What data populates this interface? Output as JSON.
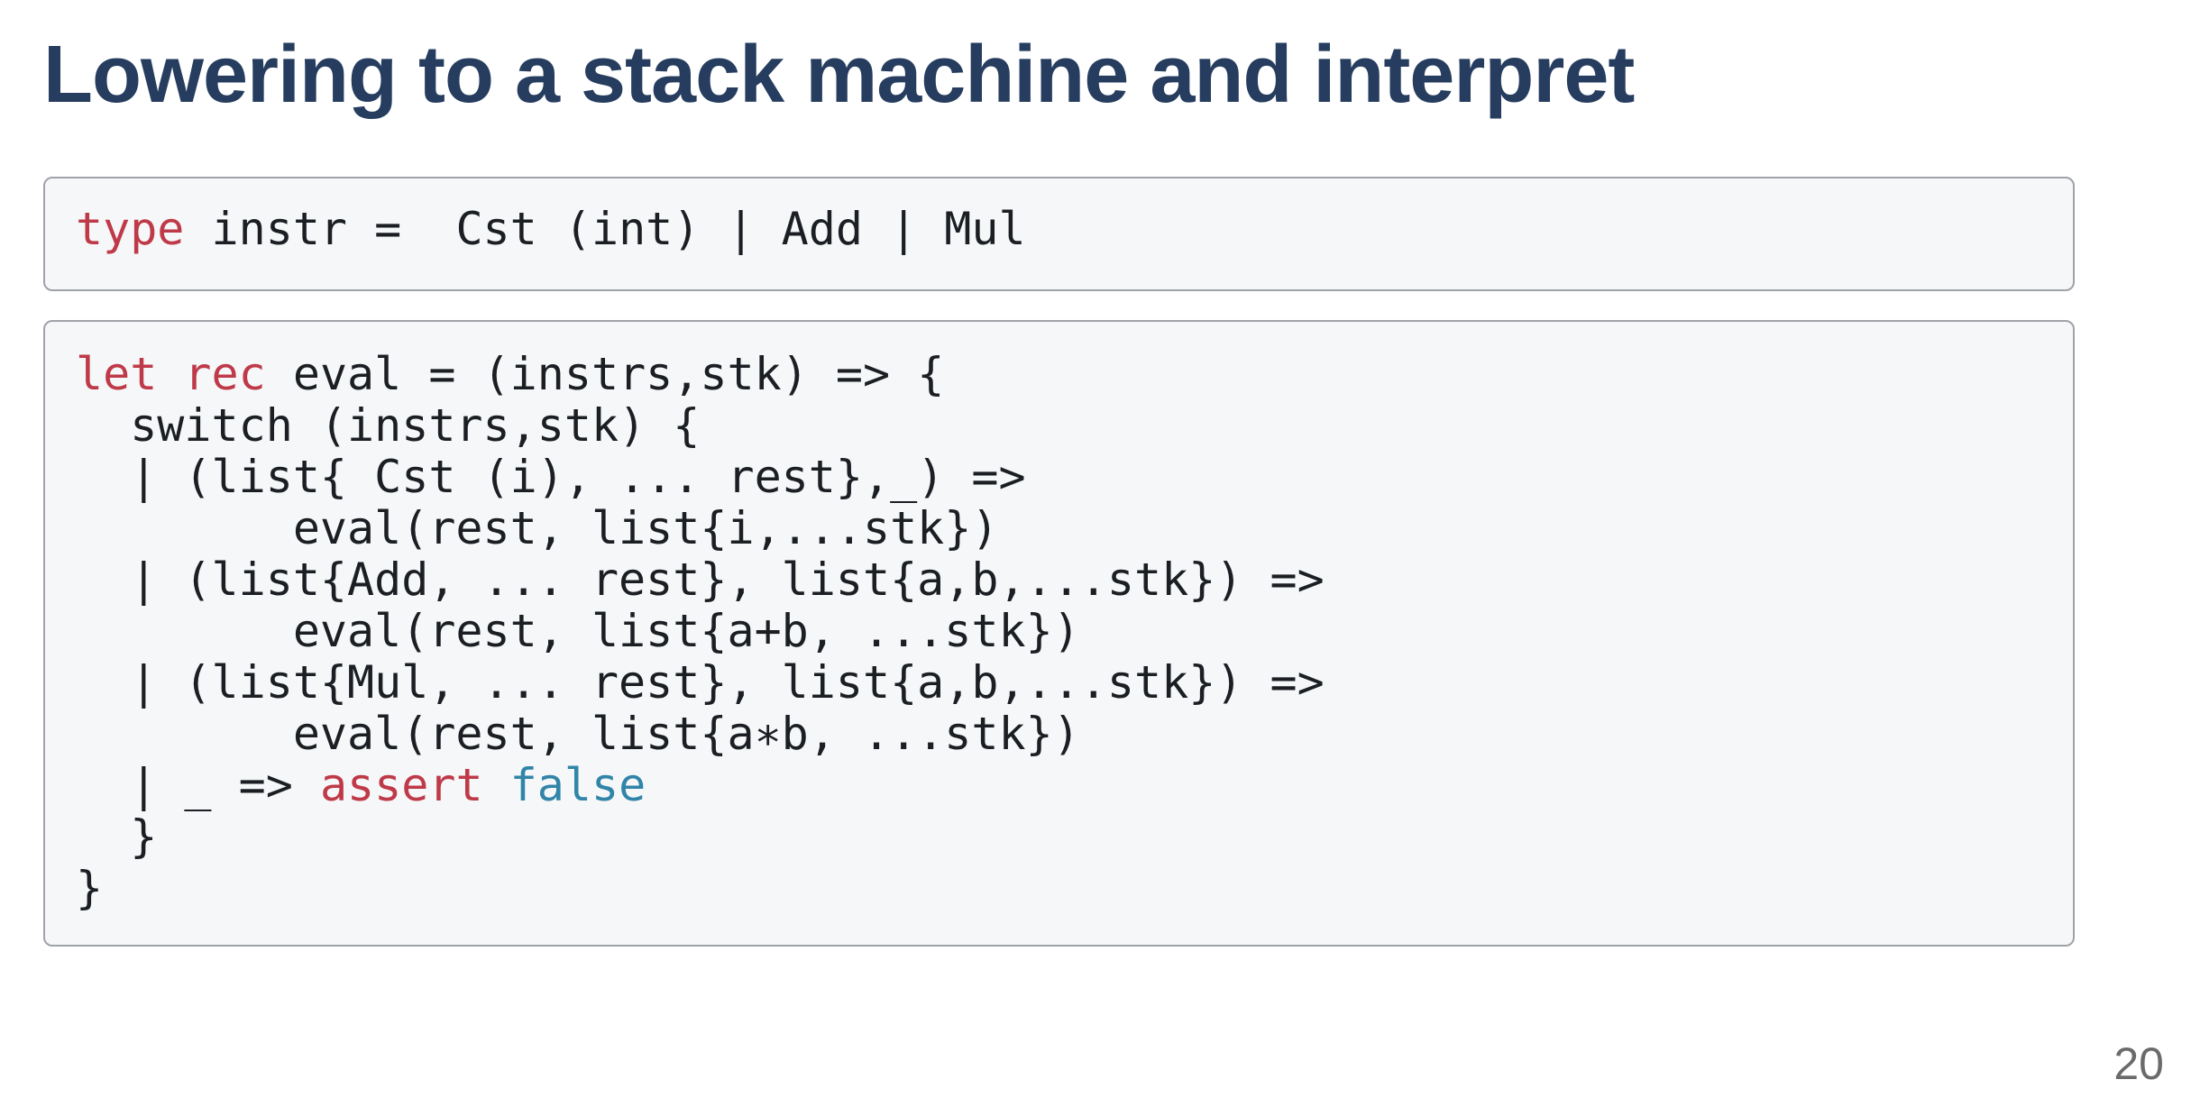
{
  "slide": {
    "title": "Lowering to a stack machine and interpret",
    "page_number": "20"
  },
  "colors": {
    "title": "#263d5f",
    "keyword": "#bf3a48",
    "constant": "#3185a8",
    "code_text": "#1b1f23",
    "code_background": "#f6f7f9",
    "code_border": "#9fa2a8"
  },
  "code_blocks": [
    {
      "lines": [
        [
          {
            "t": "type",
            "k": "kw"
          },
          {
            "t": " instr =  Cst (int) | Add | Mul",
            "k": "plain"
          }
        ]
      ]
    },
    {
      "lines": [
        [
          {
            "t": "let",
            "k": "kw"
          },
          {
            "t": " ",
            "k": "plain"
          },
          {
            "t": "rec",
            "k": "kw"
          },
          {
            "t": " eval = (instrs,stk) => {",
            "k": "plain"
          }
        ],
        [
          {
            "t": "  switch (instrs,stk) {",
            "k": "plain"
          }
        ],
        [
          {
            "t": "  | (list{ Cst (i), ... rest},_) =>",
            "k": "plain"
          }
        ],
        [
          {
            "t": "        eval(rest, list{i,...stk})",
            "k": "plain"
          }
        ],
        [
          {
            "t": "  | (list{Add, ... rest}, list{a,b,...stk}) =>",
            "k": "plain"
          }
        ],
        [
          {
            "t": "        eval(rest, list{a+b, ...stk})",
            "k": "plain"
          }
        ],
        [
          {
            "t": "  | (list{Mul, ... rest}, list{a,b,...stk}) =>",
            "k": "plain"
          }
        ],
        [
          {
            "t": "        eval(rest, list{a∗b, ...stk})",
            "k": "plain"
          }
        ],
        [
          {
            "t": "  | _ => ",
            "k": "plain"
          },
          {
            "t": "assert",
            "k": "kw"
          },
          {
            "t": " ",
            "k": "plain"
          },
          {
            "t": "false",
            "k": "const"
          }
        ],
        [
          {
            "t": "  }",
            "k": "plain"
          }
        ],
        [
          {
            "t": "}",
            "k": "plain"
          }
        ]
      ]
    }
  ]
}
